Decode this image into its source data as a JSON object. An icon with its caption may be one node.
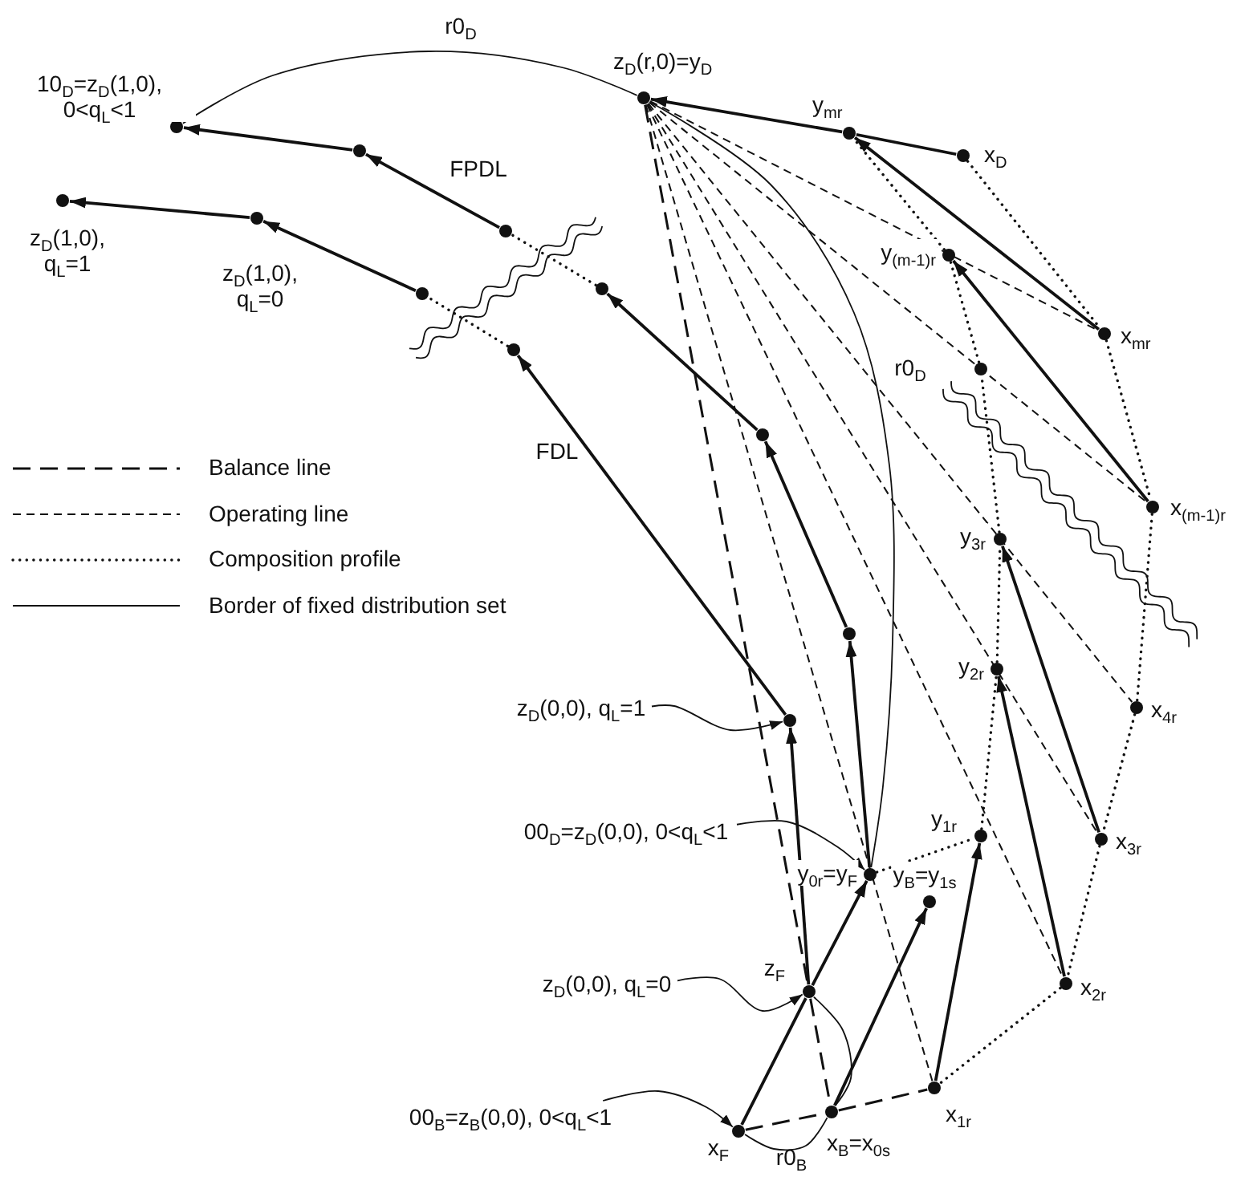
{
  "diagram": {
    "nodes": [
      {
        "text": [
          "z$_{D}$(r,0)=y$_{D}$"
        ]
      },
      {
        "text": [
          "10$_{D}$=z$_{D}$(1,0), 0<q$_{L}$<1"
        ]
      },
      {
        "text": [
          "y$_{mr}$"
        ]
      },
      {
        "text": [
          "x$_{D}$"
        ]
      },
      {
        "text": [],
        "shape": "circle"
      },
      {
        "text": [
          "z$_{D}$(1,0), q$_{L}$=1"
        ]
      },
      {
        "text": [
          "z$_{D}$(1,0), q$_{L}$=0"
        ]
      },
      {
        "text": [],
        "shape": "circle"
      },
      {
        "text": [
          "y$_{(m-1)r}$"
        ]
      },
      {
        "text": [],
        "shape": "circle"
      },
      {
        "text": [],
        "shape": "circle"
      },
      {
        "text": [
          "x$_{mr}$"
        ]
      },
      {
        "text": [],
        "shape": "circle"
      },
      {
        "text": [],
        "shape": "circle"
      },
      {
        "text": [],
        "shape": "circle"
      },
      {
        "text": [
          "x$_{(m-1)r}$"
        ]
      },
      {
        "text": [
          "y$_{3r}$"
        ]
      },
      {
        "text": [],
        "shape": "circle"
      },
      {
        "text": [
          "y$_{2r}$"
        ]
      },
      {
        "text": [
          "x$_{4r}$"
        ]
      },
      {
        "text": [
          "z$_{D}$(0,0), q$_{L}$=1"
        ]
      },
      {
        "text": [],
        "shape": "circle"
      },
      {
        "text": [
          "00$_{D}$=z$_{D}$(0,0), 0<q$_{L}$<1"
        ]
      },
      {
        "text": [
          "y$_{1r}$"
        ]
      },
      {
        "text": [
          "x$_{3r}$"
        ]
      },
      {
        "text": [
          "y$_{0r}$=y$_{F}$"
        ]
      },
      {
        "text": [
          "y$_{B}$=y$_{1s}$"
        ]
      },
      {
        "text": [
          "z$_{D}$(0,0), q$_{L}$=0"
        ]
      },
      {
        "text": [
          "z$_{F}$"
        ]
      },
      {
        "text": [
          "x$_{2r}$"
        ]
      },
      {
        "text": [
          "x$_{1r}$"
        ]
      },
      {
        "text": [
          "00$_{B}$=z$_{B}$(0,0), 0<q$_{L}$<1"
        ]
      },
      {
        "text": [
          "x$_{B}$=x$_{0s}$"
        ]
      },
      {
        "text": [
          "x$_{F}$"
        ]
      }
    ],
    "edges": [
      {
        "from": 3,
        "to": 2,
        "arrow": "none"
      },
      {
        "from": 2,
        "to": 0,
        "arrow": "to"
      },
      {
        "from": 11,
        "to": 2,
        "arrow": "to"
      },
      {
        "from": 15,
        "to": 8,
        "arrow": "to"
      },
      {
        "from": 24,
        "to": 16,
        "arrow": "to"
      },
      {
        "from": 29,
        "to": 18,
        "arrow": "to"
      },
      {
        "from": 30,
        "to": 23,
        "arrow": "to"
      },
      {
        "from": 32,
        "to": 26,
        "arrow": "to"
      },
      {
        "from": 33,
        "to": 28,
        "arrow": "none"
      },
      {
        "from": 28,
        "to": 25,
        "arrow": "to"
      },
      {
        "from": 25,
        "to": 17,
        "arrow": "to"
      },
      {
        "from": 17,
        "to": 14,
        "arrow": "to"
      },
      {
        "from": 14,
        "to": 9,
        "arrow": "to"
      },
      {
        "from": 7,
        "to": 4,
        "arrow": "to"
      },
      {
        "from": 4,
        "to": 1,
        "arrow": "to"
      },
      {
        "from": 28,
        "to": 21,
        "arrow": "to"
      },
      {
        "from": 21,
        "to": 12,
        "arrow": "to"
      },
      {
        "from": 10,
        "to": 6,
        "arrow": "to"
      },
      {
        "from": 6,
        "to": 5,
        "arrow": "to"
      },
      {
        "from": 20,
        "to": 21,
        "arrow": "to"
      },
      {
        "from": 22,
        "to": 25,
        "arrow": "to"
      },
      {
        "from": 27,
        "to": 28,
        "arrow": "to"
      },
      {
        "from": 31,
        "to": 33,
        "arrow": "to"
      },
      {
        "from": 1,
        "to": 0,
        "arrow": "none",
        "label": "r0$_{D}$"
      },
      {
        "from": 0,
        "to": 25,
        "arrow": "none",
        "label": "r0$_{D}$"
      },
      {
        "from": 28,
        "to": 32,
        "arrow": "none"
      },
      {
        "from": 33,
        "to": 32,
        "arrow": "none",
        "label": "r0$_{B}$"
      },
      {
        "from": 0,
        "to": 28,
        "arrow": "none",
        "style": "dashed"
      },
      {
        "from": 28,
        "to": 32,
        "arrow": "none",
        "style": "dashed"
      },
      {
        "from": 33,
        "to": 32,
        "arrow": "none",
        "style": "dashed"
      },
      {
        "from": 32,
        "to": 30,
        "arrow": "none",
        "style": "dashed"
      },
      {
        "from": 0,
        "to": 30,
        "arrow": "none",
        "style": "dashed"
      },
      {
        "from": 0,
        "to": 29,
        "arrow": "none",
        "style": "dashed"
      },
      {
        "from": 0,
        "to": 24,
        "arrow": "none",
        "style": "dashed"
      },
      {
        "from": 0,
        "to": 19,
        "arrow": "none",
        "style": "dashed"
      },
      {
        "from": 0,
        "to": 15,
        "arrow": "none",
        "style": "dashed"
      },
      {
        "from": 0,
        "to": 11,
        "arrow": "none",
        "style": "dashed"
      },
      {
        "from": 25,
        "to": 23,
        "arrow": "none",
        "style": "dashed"
      },
      {
        "from": 23,
        "to": 18,
        "arrow": "none",
        "style": "dashed"
      },
      {
        "from": 18,
        "to": 16,
        "arrow": "none",
        "style": "dashed"
      },
      {
        "from": 16,
        "to": 13,
        "arrow": "none",
        "style": "dashed"
      },
      {
        "from": 13,
        "to": 8,
        "arrow": "none",
        "style": "dashed"
      },
      {
        "from": 8,
        "to": 2,
        "arrow": "none",
        "style": "dashed"
      },
      {
        "from": 3,
        "to": 11,
        "arrow": "none",
        "style": "dashed"
      },
      {
        "from": 11,
        "to": 15,
        "arrow": "none",
        "style": "dashed"
      },
      {
        "from": 15,
        "to": 19,
        "arrow": "none",
        "style": "dashed"
      },
      {
        "from": 19,
        "to": 24,
        "arrow": "none",
        "style": "dashed"
      },
      {
        "from": 24,
        "to": 29,
        "arrow": "none",
        "style": "dashed"
      },
      {
        "from": 29,
        "to": 30,
        "arrow": "none",
        "style": "dashed"
      },
      {
        "from": 9,
        "to": 7,
        "arrow": "none",
        "style": "dashed"
      },
      {
        "from": 12,
        "to": 10,
        "arrow": "none",
        "style": "dashed"
      }
    ],
    "labels": [
      "FPDL",
      "FDL"
    ],
    "legend": [
      {
        "text": "Balance line"
      },
      {
        "text": "Operating line"
      },
      {
        "text": "Composition profile"
      },
      {
        "text": "Border of fixed distribution set"
      }
    ]
  }
}
